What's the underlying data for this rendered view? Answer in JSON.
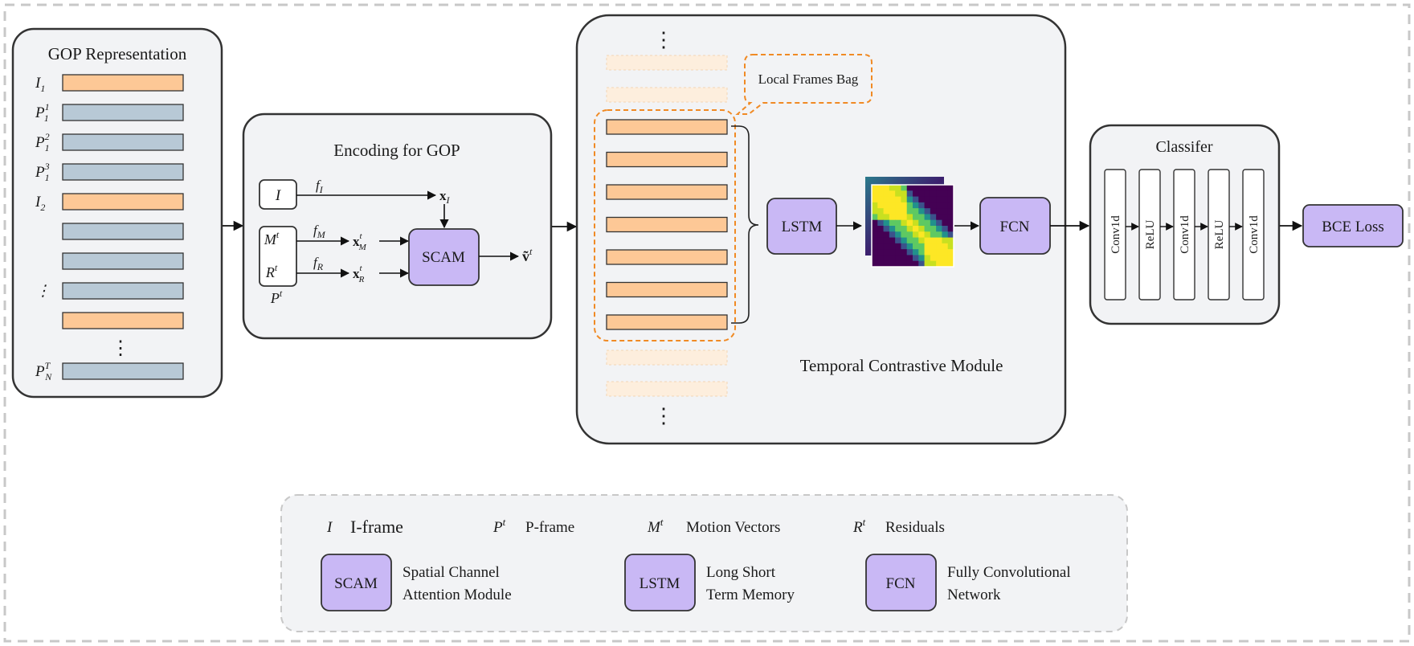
{
  "gop_panel": {
    "title": "GOP Representation",
    "frames": [
      {
        "label": "I",
        "sub": "1",
        "sup": "",
        "type": "I"
      },
      {
        "label": "P",
        "sub": "1",
        "sup": "1",
        "type": "P"
      },
      {
        "label": "P",
        "sub": "1",
        "sup": "2",
        "type": "P"
      },
      {
        "label": "P",
        "sub": "1",
        "sup": "3",
        "type": "P"
      },
      {
        "label": "I",
        "sub": "2",
        "sup": "",
        "type": "I"
      },
      {
        "label": "",
        "sub": "",
        "sup": "",
        "type": "P"
      },
      {
        "label": "",
        "sub": "",
        "sup": "",
        "type": "P"
      },
      {
        "label": "⋮",
        "sub": "",
        "sup": "",
        "type": "P"
      },
      {
        "label": "",
        "sub": "",
        "sup": "",
        "type": "I"
      },
      {
        "label": "P",
        "sub": "N",
        "sup": "T",
        "type": "P"
      }
    ]
  },
  "encoding_panel": {
    "title": "Encoding for GOP",
    "input_i": "I",
    "input_m": "M",
    "input_r": "R",
    "input_p": "P",
    "sup_t": "t",
    "f_i": "f",
    "f_i_sub": "I",
    "f_m": "f",
    "f_m_sub": "M",
    "f_r": "f",
    "f_r_sub": "R",
    "x": "x",
    "x_i_sub": "I",
    "x_m_sub": "M",
    "x_r_sub": "R",
    "module": "SCAM",
    "output": "ṽ"
  },
  "temporal_panel": {
    "title": "Temporal Contrastive Module",
    "bag_label": "Local Frames Bag",
    "lstm": "LSTM",
    "fcn": "FCN",
    "ellipsis": "⋮"
  },
  "classifier_panel": {
    "title": "Classifer",
    "layers": [
      "Conv1d",
      "ReLU",
      "Conv1d",
      "ReLU",
      "Conv1d"
    ]
  },
  "loss": "BCE Loss",
  "legend": {
    "items": [
      {
        "symbol": "I",
        "sup": "",
        "text": "I-frame"
      },
      {
        "symbol": "P",
        "sup": "t",
        "text": "P-frame"
      },
      {
        "symbol": "M",
        "sup": "t",
        "text": "Motion Vectors"
      },
      {
        "symbol": "R",
        "sup": "t",
        "text": "Residuals"
      }
    ],
    "modules": [
      {
        "box": "SCAM",
        "line1": "Spatial Channel",
        "line2": "Attention Module"
      },
      {
        "box": "LSTM",
        "line1": "Long Short",
        "line2": "Term Memory"
      },
      {
        "box": "FCN",
        "line1": "Fully Convolutional",
        "line2": "Network"
      }
    ]
  },
  "colors": {
    "i_frame": "#fdc896",
    "p_frame": "#b8c9d6",
    "module": "#c9b8f5",
    "panel": "#f2f3f5",
    "bag_border": "#f08a24"
  }
}
